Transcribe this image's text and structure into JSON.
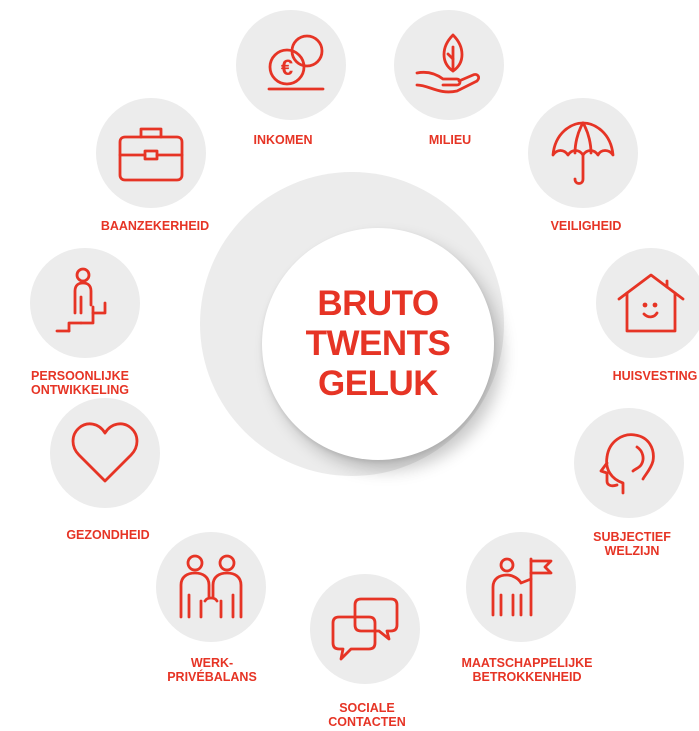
{
  "center": {
    "lines": [
      "BRUTO",
      "TWENTS",
      "GELUK"
    ]
  },
  "accent_color": "#e63425",
  "bubble_color": "#ececec",
  "items": [
    {
      "id": "inkomen",
      "icon": "euro-coins-icon",
      "lines": [
        "INKOMEN"
      ]
    },
    {
      "id": "milieu",
      "icon": "hand-leaf-icon",
      "lines": [
        "MILIEU"
      ]
    },
    {
      "id": "veiligheid",
      "icon": "umbrella-icon",
      "lines": [
        "VEILIGHEID"
      ]
    },
    {
      "id": "huisvesting",
      "icon": "smiling-house-icon",
      "lines": [
        "HUISVESTING"
      ]
    },
    {
      "id": "subjectief-welzijn",
      "icon": "head-profile-icon",
      "lines": [
        "SUBJECTIEF",
        "WELZIJN"
      ]
    },
    {
      "id": "maatschappelijke-betrokkenheid",
      "icon": "person-flag-icon",
      "lines": [
        "MAATSCHAPPELIJKE",
        "BETROKKENHEID"
      ]
    },
    {
      "id": "sociale-contacten",
      "icon": "speech-bubbles-icon",
      "lines": [
        "SOCIALE",
        "CONTACTEN"
      ]
    },
    {
      "id": "werk-privebalans",
      "icon": "two-people-icon",
      "lines": [
        "WERK-",
        "PRIVÉBALANS"
      ]
    },
    {
      "id": "gezondheid",
      "icon": "heart-icon",
      "lines": [
        "GEZONDHEID"
      ]
    },
    {
      "id": "persoonlijke-ontwikkeling",
      "icon": "person-stairs-icon",
      "lines": [
        "PERSOONLIJKE",
        "ONTWIKKELING"
      ]
    },
    {
      "id": "baanzekerheid",
      "icon": "briefcase-icon",
      "lines": [
        "BAANZEKERHEID"
      ]
    }
  ]
}
